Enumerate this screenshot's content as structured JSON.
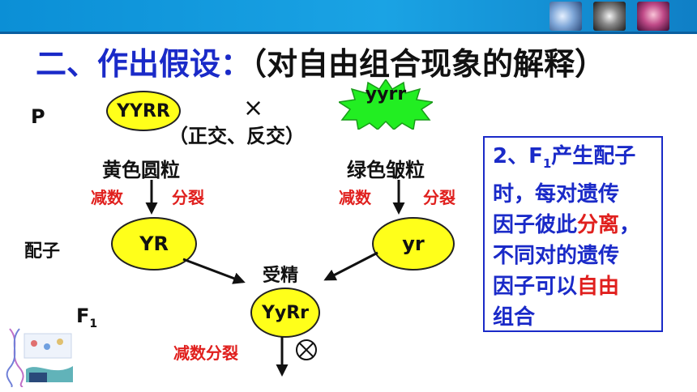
{
  "title": {
    "main": "二、作出假设：",
    "paren": "（对自由组合现象的解释）"
  },
  "rows": {
    "p": "P",
    "gamete": "配子",
    "f1": "F",
    "f1_sub": "1"
  },
  "parents": {
    "left": "YYRR",
    "right": "yyrr",
    "cross_symbol": "×",
    "cross_note": "（正交、反交）",
    "left_phenotype": "黄色圆粒",
    "right_phenotype": "绿色皱粒"
  },
  "meiosis": {
    "left_a": "减数",
    "left_b": "分裂",
    "right_a": "减数",
    "right_b": "分裂"
  },
  "gametes": {
    "left": "YR",
    "right": "yr"
  },
  "fertilization": "受精",
  "f1_genotype": "YyRr",
  "f1_meiosis": "减数分裂",
  "self_symbol": "⊗",
  "explanation": {
    "lines": [
      {
        "a": "2、F",
        "sub": "1",
        "b": "产生配子",
        "hl": "",
        "c": ""
      },
      {
        "a": "时，每对遗传",
        "sub": "",
        "b": "",
        "hl": "",
        "c": ""
      },
      {
        "a": "因子彼此",
        "sub": "",
        "b": "",
        "hl": "分离",
        "c": "，"
      },
      {
        "a": "不同对的遗传",
        "sub": "",
        "b": "",
        "hl": "",
        "c": ""
      },
      {
        "a": "因子可以",
        "sub": "",
        "b": "",
        "hl": "自由",
        "c": ""
      },
      {
        "a": "组合",
        "sub": "",
        "b": "",
        "hl": "",
        "c": ""
      }
    ]
  },
  "colors": {
    "title": "#1a2ac8",
    "highlight": "#e0201e",
    "yellow": "#ffff1a",
    "green": "#22ee22",
    "topbar": "#1aa3e4"
  },
  "icons": {
    "top_images": [
      "dna-thumbnail",
      "chromosome-thumbnail",
      "cell-thumbnail"
    ],
    "corner": "dna-decoration-icon"
  }
}
